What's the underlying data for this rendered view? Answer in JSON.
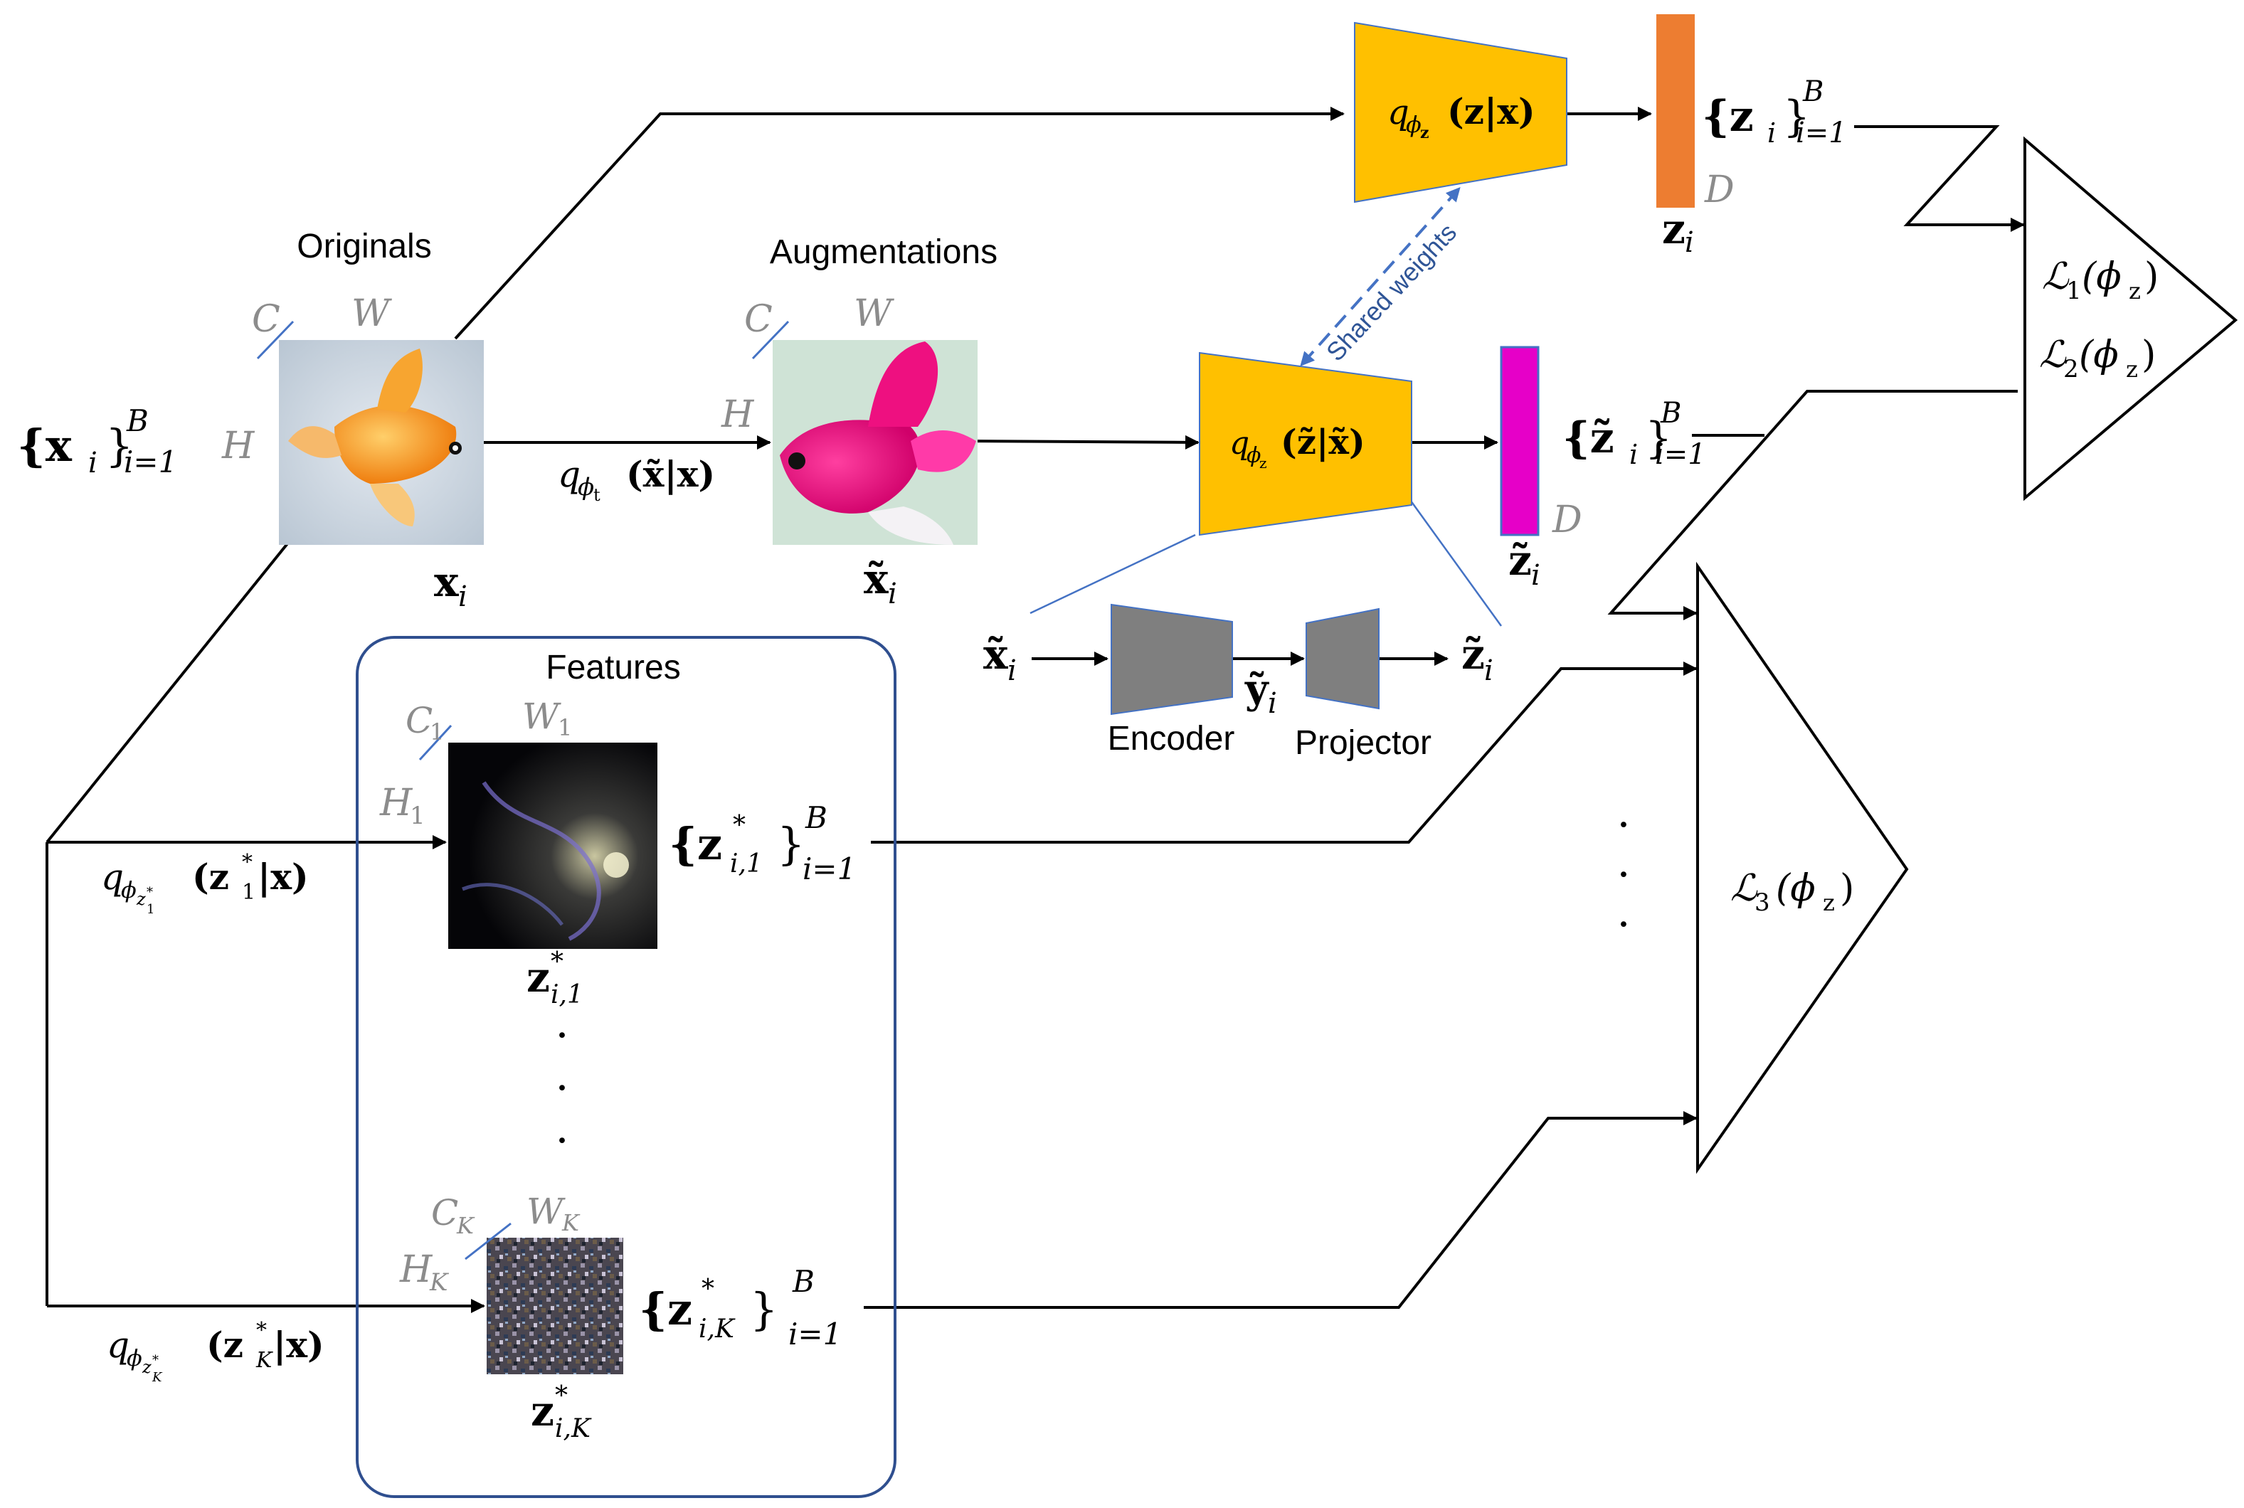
{
  "titles": {
    "originals": "Originals",
    "augmentations": "Augmentations",
    "features": "Features"
  },
  "dims": {
    "C": "C",
    "W": "W",
    "H": "H",
    "D": "D"
  },
  "input_set": {
    "main": "{x",
    "sub": "i",
    "close": "}",
    "sup": "B",
    "lim": "i=1"
  },
  "xi": {
    "main": "x",
    "sub": "i"
  },
  "xti": {
    "main": "x̃",
    "sub": "i"
  },
  "aug_op": {
    "q": "q",
    "sub": "ϕ",
    "subsub": "t",
    "arg": "(x̃|x)"
  },
  "enc_top": {
    "q": "q",
    "sub": "ϕ",
    "subsub": "z",
    "arg": "(z|x)"
  },
  "enc_mid": {
    "q": "q",
    "sub": "ϕ",
    "subsub": "z",
    "arg": "(z̃|x̃)"
  },
  "z_set": {
    "main": "{z",
    "sub": "i",
    "close": "}",
    "sup": "B",
    "lim": "i=1"
  },
  "zt_set": {
    "main": "{z̃",
    "sub": "i",
    "close": "}",
    "sup": "B",
    "lim": "i=1"
  },
  "zi": {
    "main": "z",
    "sub": "i"
  },
  "zti": {
    "main": "z̃",
    "sub": "i"
  },
  "shared": "Shared weights",
  "detail": {
    "in_main": "x̃",
    "in_sub": "i",
    "y_main": "ỹ",
    "y_sub": "i",
    "out_main": "z̃",
    "out_sub": "i",
    "encoder": "Encoder",
    "projector": "Projector"
  },
  "feat1": {
    "C": "C",
    "C_sub": "1",
    "W": "W",
    "W_sub": "1",
    "H": "H",
    "H_sub": "1",
    "set_main": "{z",
    "set_sup_star": "*",
    "set_sub": "i,1",
    "set_close": "}",
    "set_sup": "B",
    "set_lim": "i=1",
    "label_main": "z",
    "label_star": "*",
    "label_sub": "i,1",
    "op_q": "q",
    "op_sub": "ϕ",
    "op_subsub": "z",
    "op_subsubsub": "1",
    "op_star": "*",
    "op_arg_a": "(z",
    "op_arg_star": "*",
    "op_arg_sub": "1",
    "op_arg_b": "|x)"
  },
  "featK": {
    "C": "C",
    "C_sub": "K",
    "W": "W",
    "W_sub": "K",
    "H": "H",
    "H_sub": "K",
    "set_main": "{z",
    "set_sup_star": "*",
    "set_sub": "i,K",
    "set_close": "}",
    "set_sup": "B",
    "set_lim": "i=1",
    "label_main": "z",
    "label_star": "*",
    "label_sub": "i,K",
    "op_q": "q",
    "op_sub": "ϕ",
    "op_subsub": "z",
    "op_subsubsub": "K",
    "op_star": "*",
    "op_arg_a": "(z",
    "op_arg_star": "*",
    "op_arg_sub": "K",
    "op_arg_b": "|x)"
  },
  "losses": {
    "l1": {
      "L": "ℒ",
      "sub": "1",
      "arg": "(ϕ",
      "argsub": "z",
      "close": ")"
    },
    "l2": {
      "L": "ℒ",
      "sub": "2",
      "arg": "(ϕ",
      "argsub": "z",
      "close": ")"
    },
    "l3": {
      "L": "ℒ",
      "sub": "3",
      "arg": "(ϕ",
      "argsub": "z",
      "close": ")"
    }
  },
  "ellipsis": "·",
  "colors": {
    "encoder_fill": "#ffc000",
    "z_bar": "#ed7d31",
    "zt_bar": "#e600c8",
    "zt_bar_stroke": "#4472c4",
    "detail_gray": "#7f7f7f",
    "features_box": "#2f4f8f",
    "shared_arrow": "#4472c4"
  }
}
